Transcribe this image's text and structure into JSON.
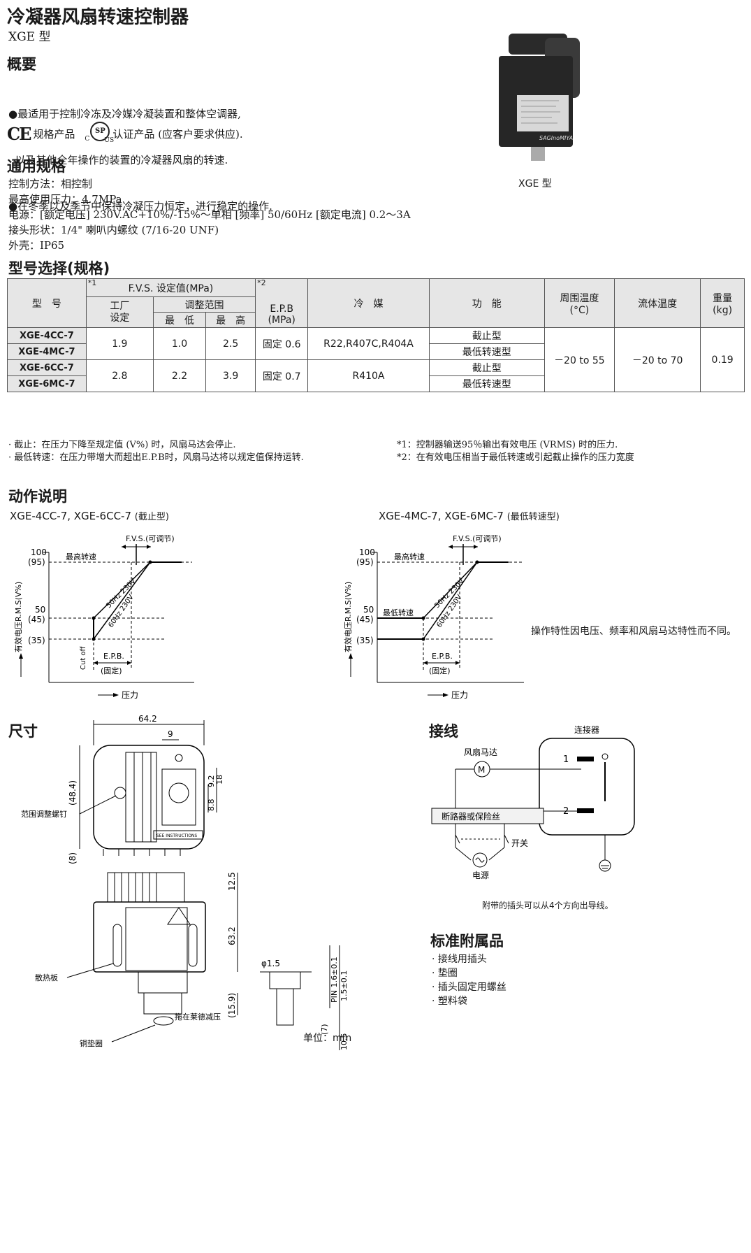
{
  "title": "冷凝器风扇转速控制器",
  "subtitle": "XGE 型",
  "overview": {
    "heading": "概要",
    "bullets": [
      "●最适用于控制冷冻及冷媒冷凝装置和整体空调器,",
      "  以及其他全年操作的装置的冷凝器风扇的转速.",
      "●在冬季以及季节中保持冷凝压力恒定，进行稳定的操作."
    ],
    "ce_mark": "CE",
    "ce_text": "规格产品",
    "csa_mark": "SP",
    "csa_c": "C",
    "csa_us": "US",
    "csa_text": "认证产品 (应客户要求供应)."
  },
  "product_photo": {
    "caption": "XGE 型",
    "brand": "SAGInoMIYA"
  },
  "general_spec": {
    "heading": "通用规格",
    "lines": [
      "控制方法：相控制",
      "最高使用压力：4.7MPa",
      "电源：[额定电压] 230V.AC+10%/-15%～单相 [频率] 50/60Hz [额定电流] 0.2～3A",
      "接头形状：1/4\" 喇叭内螺纹 (7/16-20 UNF)",
      "外壳：IP65"
    ]
  },
  "model_table": {
    "heading": "型号选择(规格)",
    "headers": {
      "model": "型　号",
      "note1": "*1",
      "fvs": "F.V.S. 设定值(MPa)",
      "factory": "工厂\n设定",
      "range": "调整范围",
      "min": "最　低",
      "max": "最　高",
      "note2": "*2",
      "epb": "E.P.B\n(MPa)",
      "refrigerant": "冷　媒",
      "function": "功　能",
      "ambient": "周围温度\n(°C)",
      "fluid": "流体温度",
      "weight": "重量\n(kg)"
    },
    "rows": [
      {
        "model": "XGE-4CC-7",
        "function": "截止型"
      },
      {
        "model": "XGE-4MC-7",
        "function": "最低转速型"
      },
      {
        "model": "XGE-6CC-7",
        "function": "截止型"
      },
      {
        "model": "XGE-6MC-7",
        "function": "最低转速型"
      }
    ],
    "groups": [
      {
        "factory": "1.9",
        "min": "1.0",
        "max": "2.5",
        "epb": "固定 0.6",
        "refrigerant": "R22,R407C,R404A"
      },
      {
        "factory": "2.8",
        "min": "2.2",
        "max": "3.9",
        "epb": "固定 0.7",
        "refrigerant": "R410A"
      }
    ],
    "ambient": "－20 to 55",
    "fluid": "－20 to 70",
    "weight": "0.19",
    "notes_left": [
      "· 截止：在压力下降至规定值 (V%) 时，风扇马达会停止.",
      "· 最低转速：在压力带增大而超出E.P.B时，风扇马达将以规定值保持运转."
    ],
    "notes_right": [
      "*1：控制器输送95％输出有效电压 (VRMS) 时的压力.",
      "*2：在有效电压相当于最低转速或引起截止操作的压力宽度"
    ]
  },
  "operation": {
    "heading": "动作说明",
    "left_title": "XGE-4CC-7, XGE-6CC-7",
    "left_type": "(截止型)",
    "right_title": "XGE-4MC-7, XGE-6MC-7",
    "right_type": "(最低转速型)",
    "fvs_label": "F.V.S.(可调节)",
    "y_axis": "有效电压R.M.S(V%)",
    "ticks": [
      "100",
      "(95)",
      "50",
      "(45)",
      "(35)"
    ],
    "max_speed": "最高转速",
    "min_speed": "最低转速",
    "line_50": "50Hz 230V",
    "line_60": "60Hz 230V",
    "cutoff": "Cut off",
    "epb": "E.P.B.",
    "fixed": "(固定)",
    "pressure": "压力",
    "remark": "操作特性因电压、频率和风扇马达特性而不同。"
  },
  "dimensions": {
    "heading": "尺寸",
    "labels": {
      "w642": "64.2",
      "d9": "9",
      "h484": "(48.4)",
      "d8": "(8)",
      "d88": "8.8",
      "d92": "9.2",
      "d18": "18",
      "screw": "范围调整螺钉",
      "d125": "12.5",
      "d632": "63.2",
      "d159": "(15.9)",
      "phi15": "φ1.5",
      "pin16": "PIN 1.6±0.1",
      "d15": "1.5±0.1",
      "d7": "(7)",
      "d105": "10.5",
      "sink": "散热板",
      "flare": "拖在莱德减压",
      "gasket": "铜垫圈",
      "unit": "单位：mm",
      "see": "SEE INSTRUCTIONS"
    }
  },
  "wiring": {
    "heading": "接线",
    "connector": "连接器",
    "fan": "风扇马达",
    "motor": "M",
    "breaker": "断路器或保险丝",
    "switch": "开关",
    "power": "电源",
    "pin1": "1",
    "pin2": "2",
    "note": "附带的插头可以从4个方向出导线。"
  },
  "accessories": {
    "heading": "标准附属品",
    "items": [
      "· 接线用插头",
      "· 垫圈",
      "· 插头固定用螺丝",
      "· 塑料袋"
    ]
  }
}
